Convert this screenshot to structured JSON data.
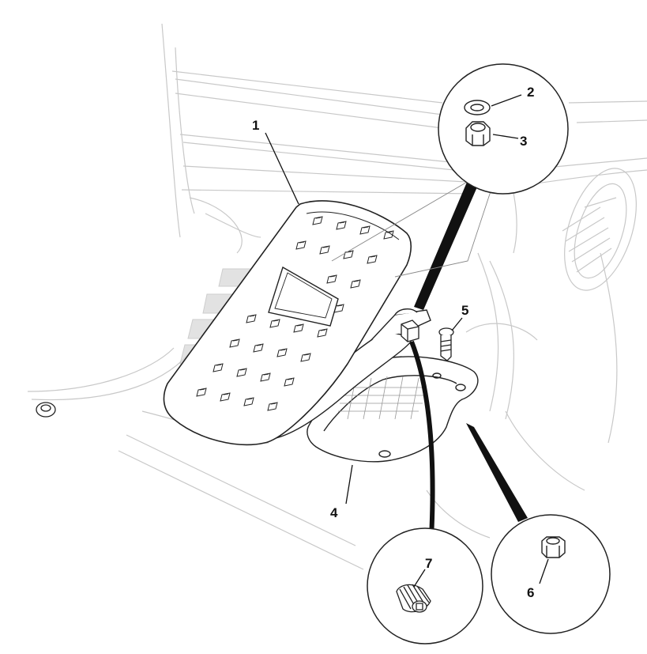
{
  "callouts": [
    {
      "id": "1",
      "label": "1"
    },
    {
      "id": "2",
      "label": "2"
    },
    {
      "id": "3",
      "label": "3"
    },
    {
      "id": "4",
      "label": "4"
    },
    {
      "id": "5",
      "label": "5"
    },
    {
      "id": "6",
      "label": "6"
    },
    {
      "id": "7",
      "label": "7"
    }
  ],
  "colors": {
    "line": "#222222",
    "background_line": "#c8c8c8",
    "watermark": "#d9d9d9",
    "leader": "#111111"
  },
  "icons": [
    "washer-icon",
    "nut-icon",
    "bolt-icon",
    "set-screw-icon",
    "pedal-icon",
    "mounting-plate-icon"
  ]
}
